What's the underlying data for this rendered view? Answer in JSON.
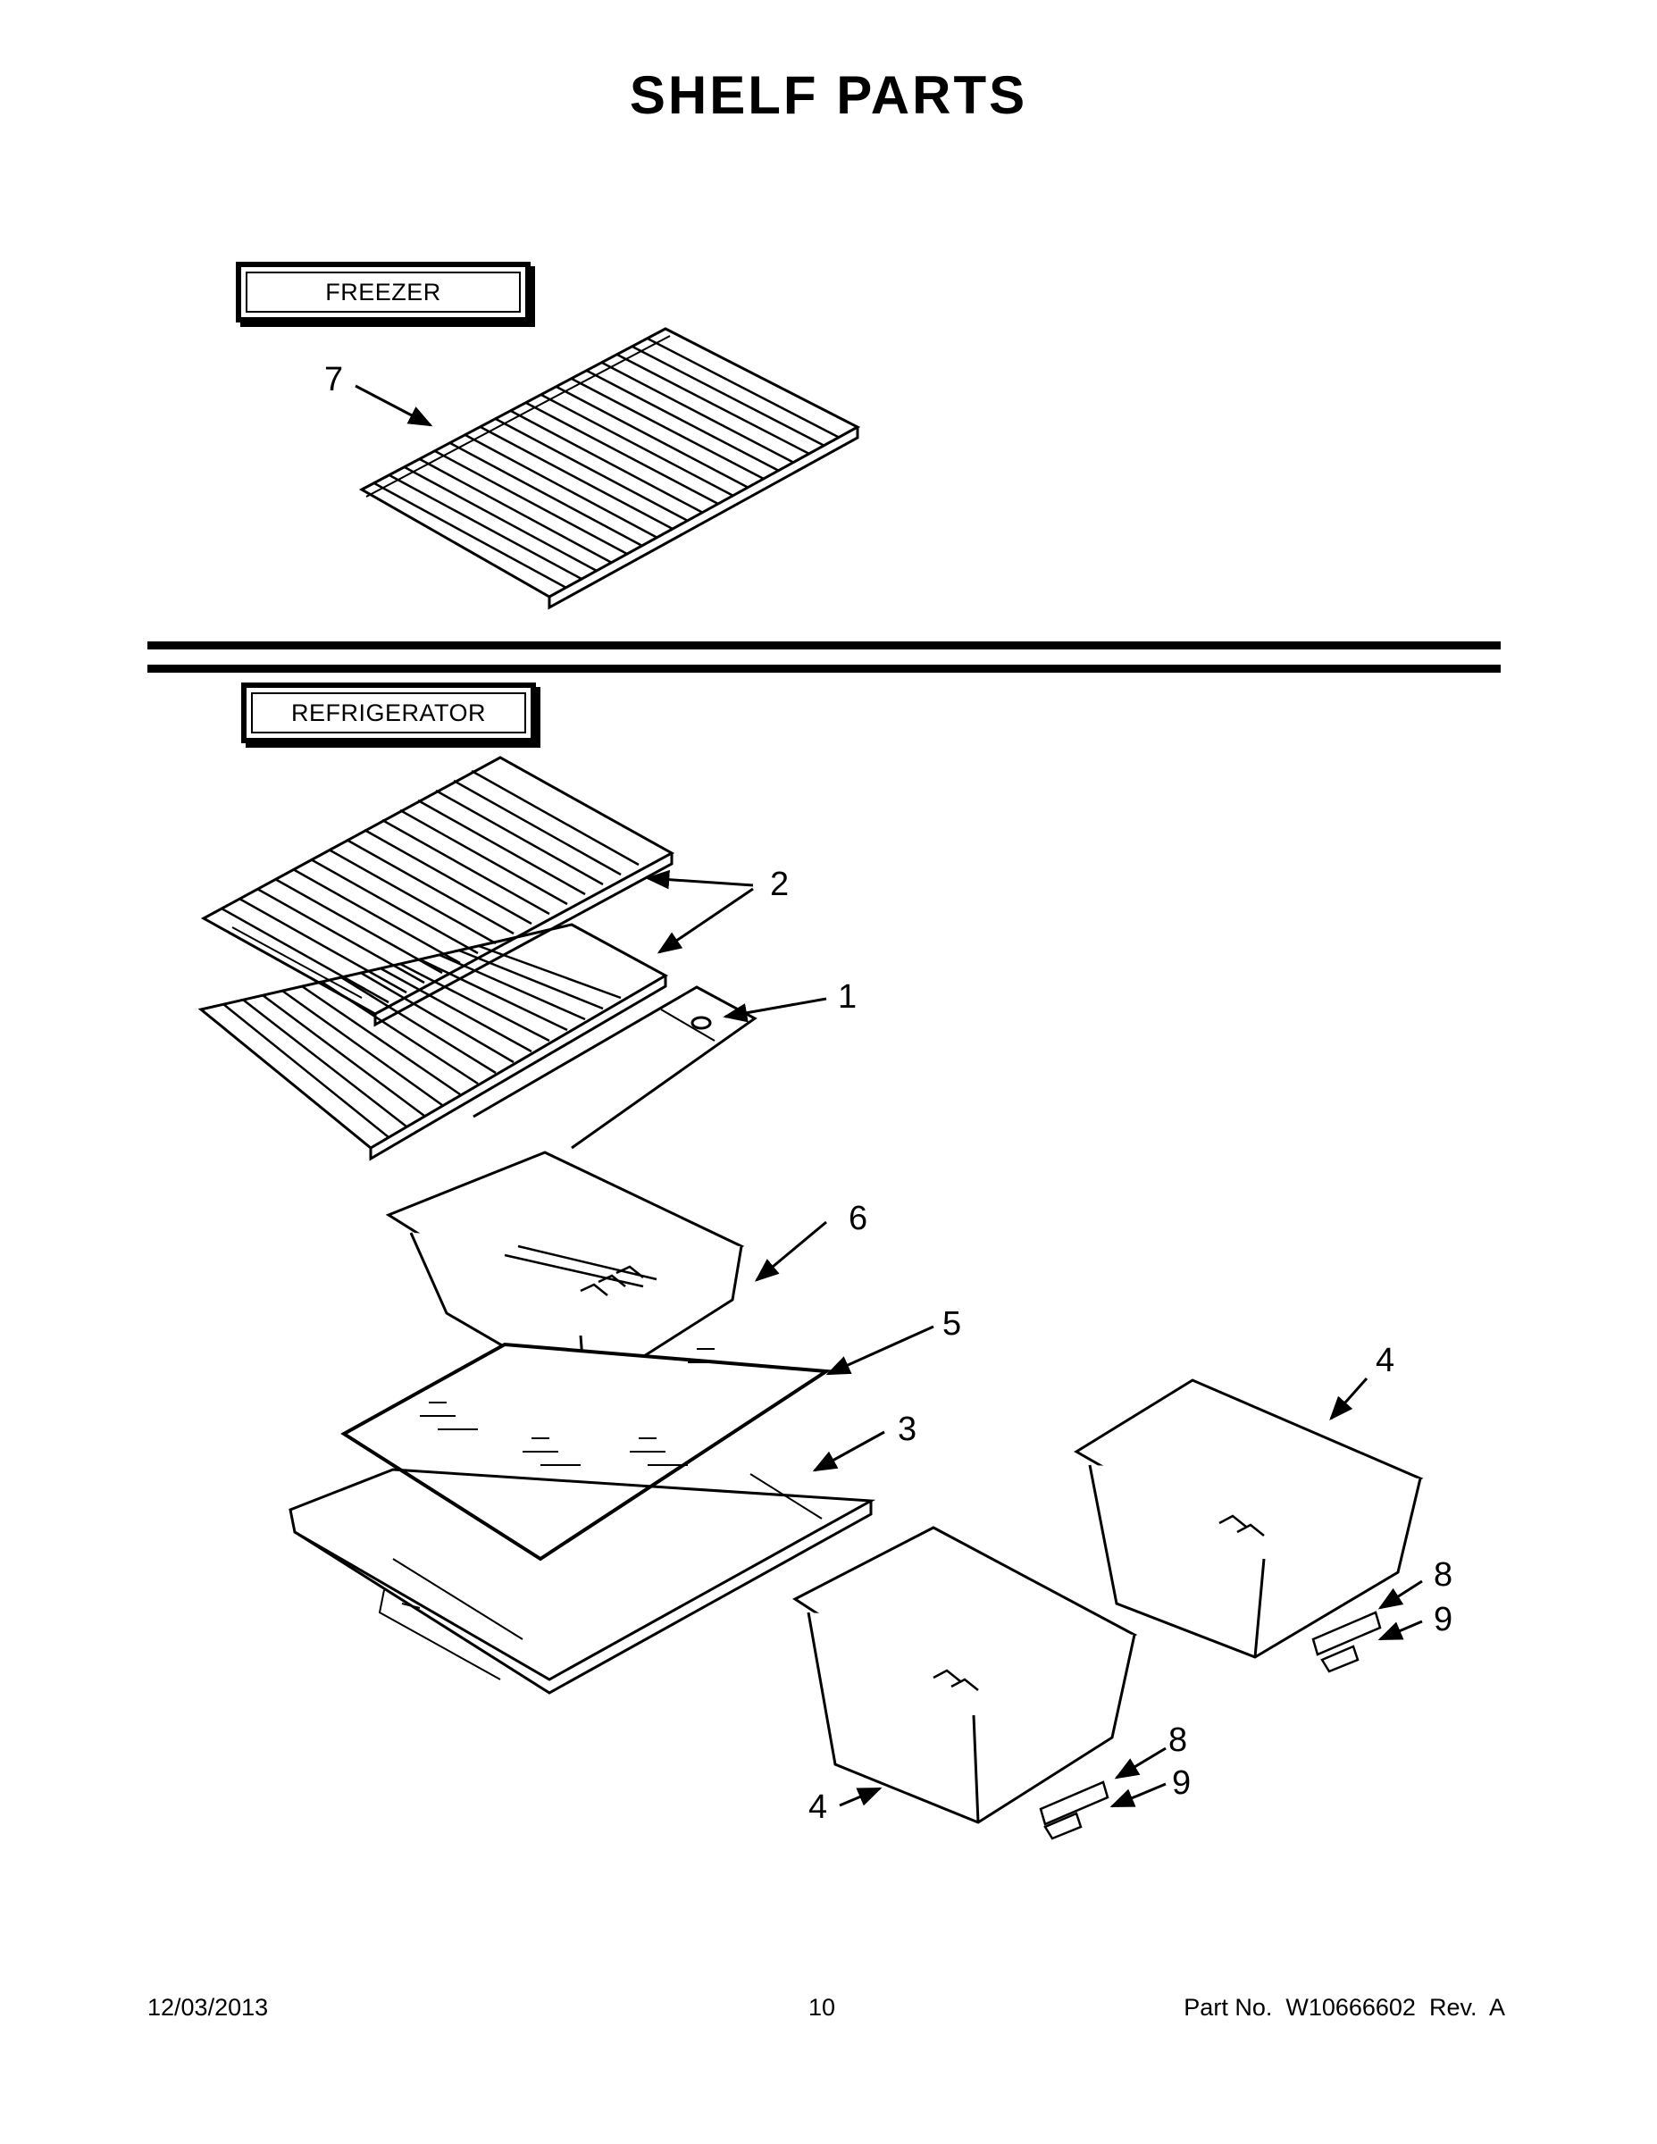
{
  "title": "SHELF PARTS",
  "sections": {
    "freezer": "FREEZER",
    "refrigerator": "REFRIGERATOR"
  },
  "callouts": {
    "c7": "7",
    "c2": "2",
    "c1": "1",
    "c6": "6",
    "c5": "5",
    "c3": "3",
    "c4a": "4",
    "c4b": "4",
    "c8a": "8",
    "c9a": "9",
    "c8b": "8",
    "c9b": "9"
  },
  "footer": {
    "date": "12/03/2013",
    "page": "10",
    "part": "Part No.  W10666602  Rev.  A"
  }
}
